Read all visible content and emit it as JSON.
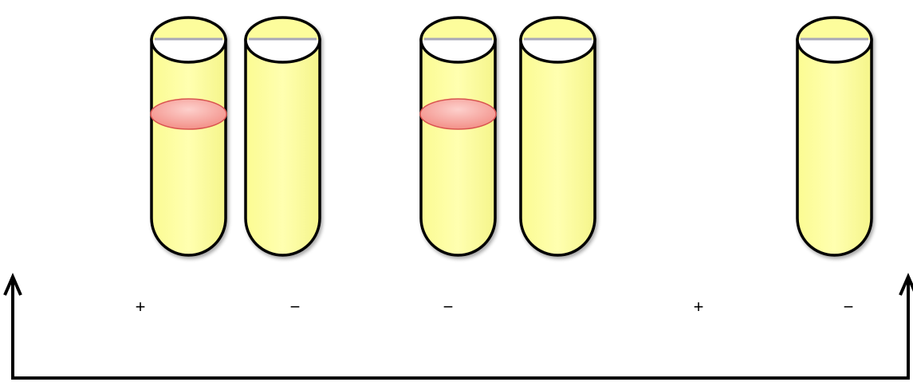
{
  "colors": {
    "tube_fill": "#fdfd9c",
    "tube_outline": "#000000",
    "band_fill": "#f7a6a0",
    "band_outline": "#d9534f",
    "meniscus_line": "#a8a8b8",
    "arrow": "#000000"
  },
  "tubes": [
    {
      "id": "tube-1",
      "has_band": true
    },
    {
      "id": "tube-2",
      "has_band": false
    },
    {
      "id": "tube-3",
      "has_band": true
    },
    {
      "id": "tube-4",
      "has_band": false
    },
    {
      "id": "tube-5",
      "has_band": false
    }
  ],
  "labels": [
    "+",
    "−",
    "−",
    "+",
    "−"
  ],
  "arrow": {
    "shape": "bracket",
    "ends": "arrowheads-up"
  }
}
